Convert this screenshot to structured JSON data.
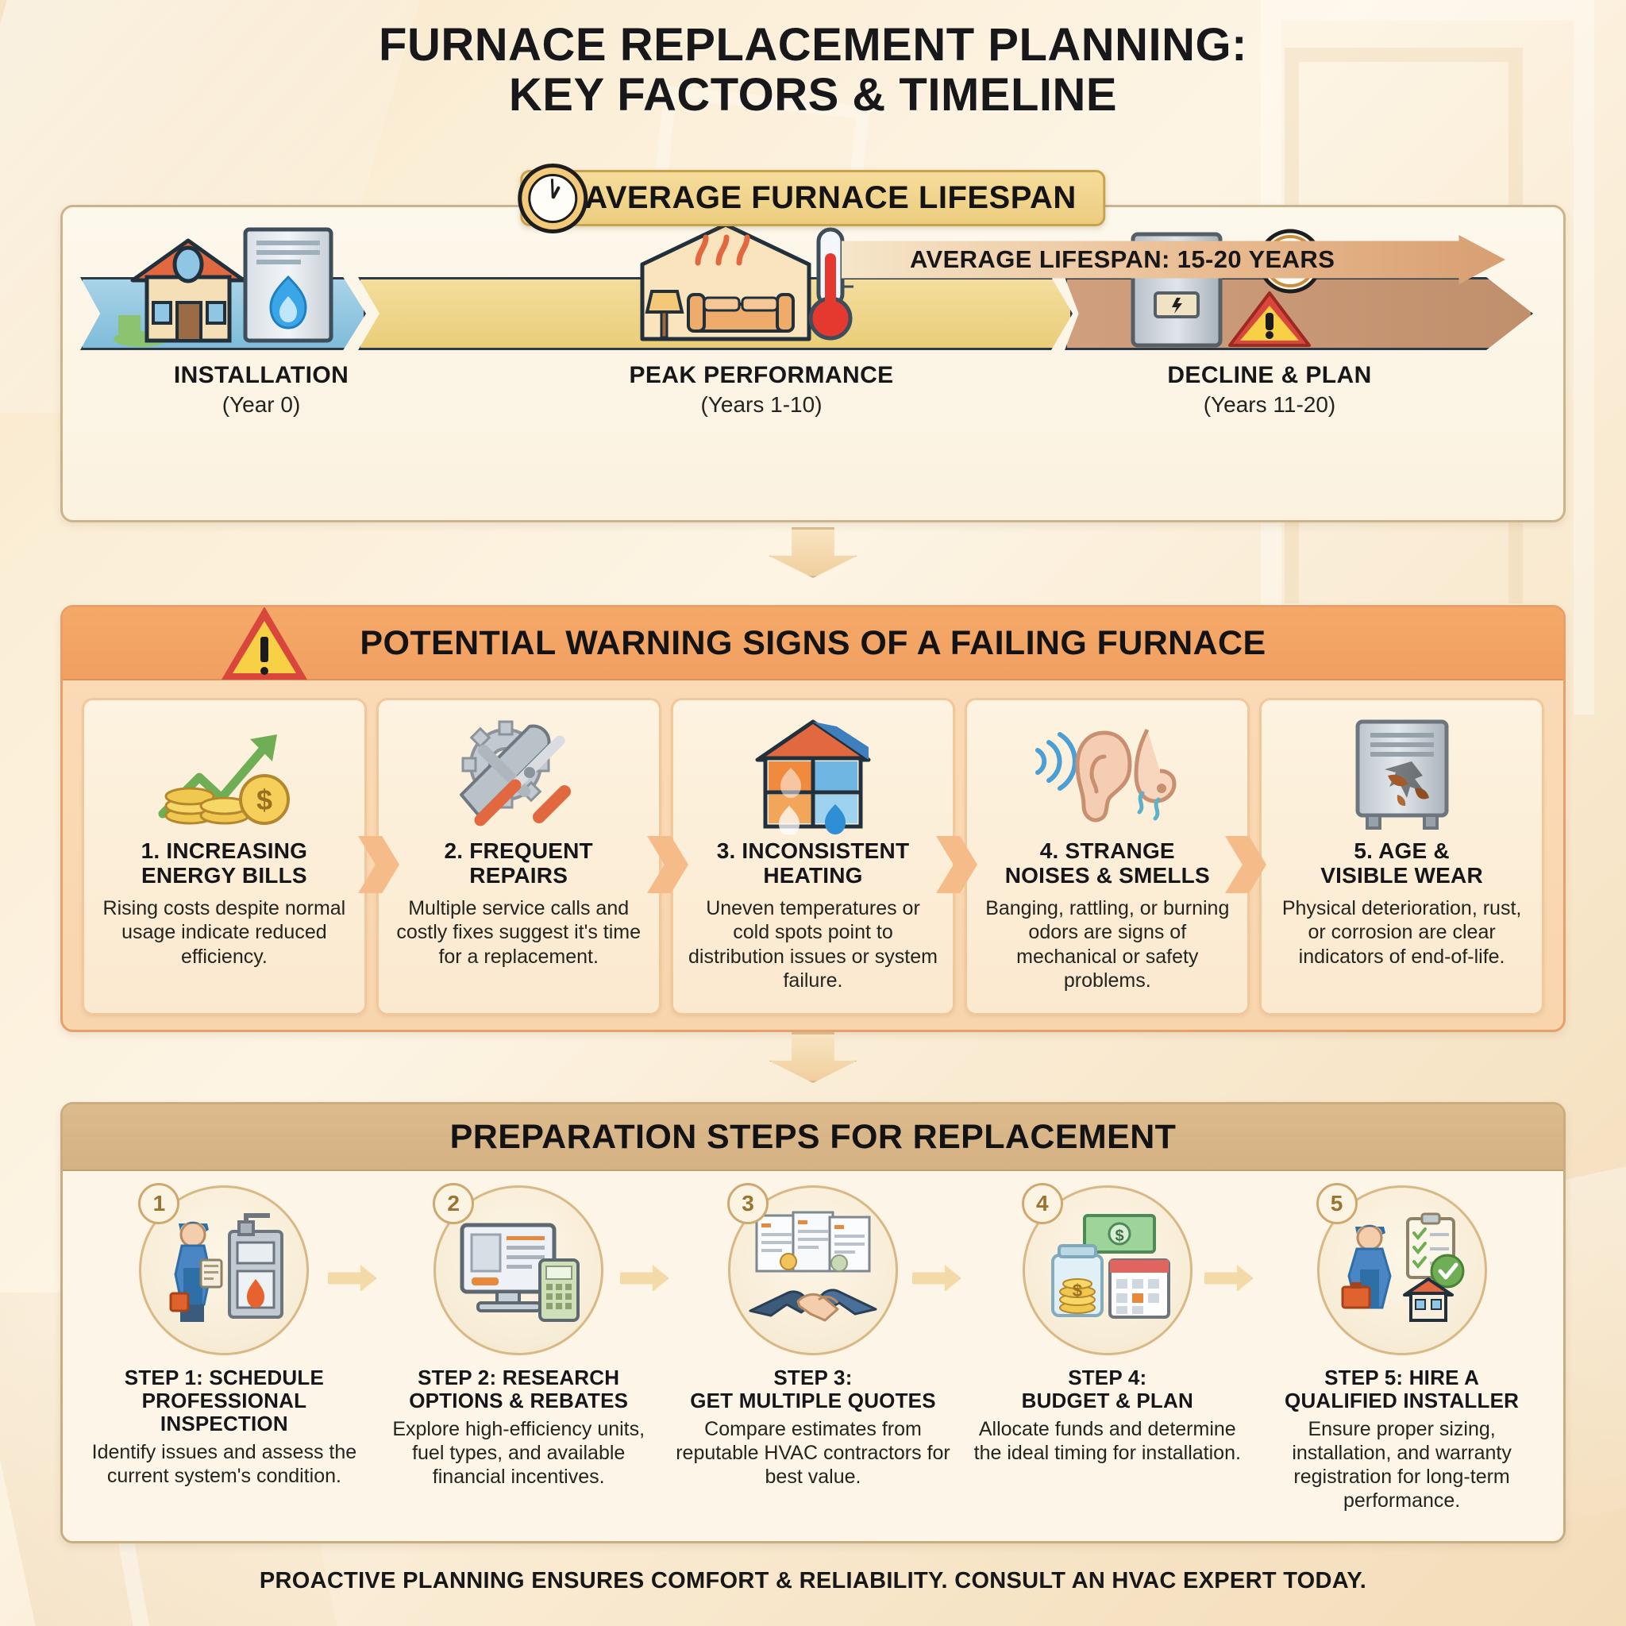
{
  "title": {
    "line1": "FURNACE REPLACEMENT PLANNING:",
    "line2": "KEY FACTORS & TIMELINE"
  },
  "lifespan": {
    "badge_label": "AVERAGE FURNACE LIFESPAN",
    "badge_icon": "clock-icon",
    "summary_arrow": "AVERAGE LIFESPAN: 15-20 YEARS",
    "stages": [
      {
        "title": "INSTALLATION",
        "subtitle": "(Year 0)",
        "icon": "house-and-furnace-icon",
        "color": "#7ebcd9"
      },
      {
        "title": "PEAK PERFORMANCE",
        "subtitle": "(Years 1-10)",
        "icon": "warm-living-room-thermometer-icon",
        "color": "#e9cd79"
      },
      {
        "title": "DECLINE & PLAN",
        "subtitle": "(Years 11-20)",
        "icon": "aging-furnace-warning-icon",
        "color": "#c08f6c"
      }
    ]
  },
  "warning": {
    "header": "POTENTIAL WARNING SIGNS OF A FAILING FURNACE",
    "header_icon": "warning-triangle-icon",
    "accent_color": "#f0a062",
    "cards": [
      {
        "title": "1. INCREASING\nENERGY BILLS",
        "desc": "Rising costs despite normal usage indicate reduced efficiency.",
        "icon": "rising-cost-coins-icon"
      },
      {
        "title": "2. FREQUENT\nREPAIRS",
        "desc": "Multiple service calls and costly fixes suggest it's time for a replacement.",
        "icon": "wrench-screwdriver-gear-icon"
      },
      {
        "title": "3. INCONSISTENT\nHEATING",
        "desc": "Uneven temperatures or cold spots point to distribution issues or system failure.",
        "icon": "hot-cold-house-icon"
      },
      {
        "title": "4. STRANGE\nNOISES & SMELLS",
        "desc": "Banging, rattling, or burning odors are signs of mechanical or safety problems.",
        "icon": "ear-and-nose-icon"
      },
      {
        "title": "5. AGE &\nVISIBLE WEAR",
        "desc": "Physical deterioration, rust, or corrosion are clear indicators of end-of-life.",
        "icon": "rusted-furnace-icon"
      }
    ]
  },
  "steps": {
    "header": "PREPARATION STEPS FOR REPLACEMENT",
    "items": [
      {
        "number": "1",
        "title": "STEP 1: SCHEDULE\nPROFESSIONAL\nINSPECTION",
        "desc": "Identify issues and assess the current system's condition.",
        "icon": "technician-inspecting-furnace-icon"
      },
      {
        "number": "2",
        "title": "STEP 2: RESEARCH\nOPTIONS & REBATES",
        "desc": "Explore high-efficiency units, fuel types, and available financial incentives.",
        "icon": "computer-and-calculator-icon"
      },
      {
        "number": "3",
        "title": "STEP 3:\nGET MULTIPLE QUOTES",
        "desc": "Compare estimates from reputable HVAC contractors for best value.",
        "icon": "handshake-quotes-icon"
      },
      {
        "number": "4",
        "title": "STEP 4:\nBUDGET & PLAN",
        "desc": "Allocate funds and determine the ideal timing for installation.",
        "icon": "money-jar-calendar-icon"
      },
      {
        "number": "5",
        "title": "STEP 5: HIRE A\nQUALIFIED INSTALLER",
        "desc": "Ensure proper sizing, installation, and warranty registration for long-term performance.",
        "icon": "installer-checklist-icon"
      }
    ]
  },
  "footer": "PROACTIVE PLANNING ENSURES COMFORT & RELIABILITY. CONSULT AN HVAC EXPERT TODAY."
}
